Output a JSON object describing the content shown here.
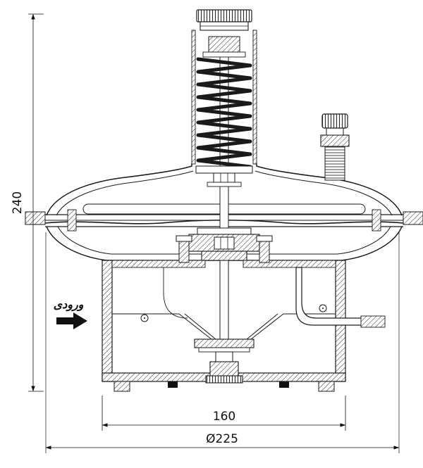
{
  "drawing": {
    "annotations": {
      "height_dim": "240",
      "width_dim": "160",
      "diameter_dim": "Ø225",
      "inlet_label": "ورودی"
    },
    "icons": {
      "inlet-arrow-icon": "solid right-pointing arrow",
      "dim-arrow-icon": "dimension arrowhead"
    },
    "colors": {
      "line": "#1a1a1a",
      "background": "#ffffff"
    }
  }
}
